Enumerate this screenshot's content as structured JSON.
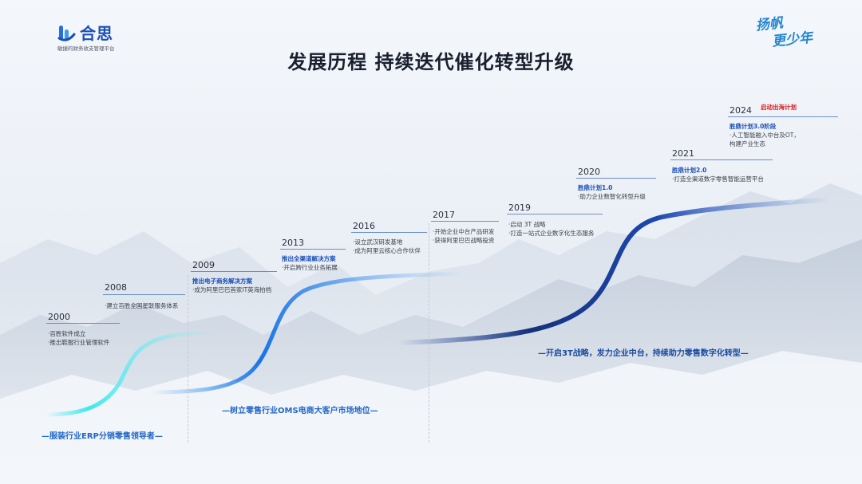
{
  "logo": {
    "text": "合思",
    "subtitle": "敏捷的财务收支管理平台"
  },
  "slogan": {
    "line1": "扬帆",
    "line2": "更少年"
  },
  "title": "发展历程 持续迭代催化转型升级",
  "milestones": [
    {
      "year": "2000",
      "lines": [
        "·百胜软件成立",
        "·推出鞋服行业管理软件"
      ]
    },
    {
      "year": "2008",
      "lines": [
        "·建立百胜全国星联服务体系"
      ]
    },
    {
      "year": "2009",
      "highlight": "推出电子商务解决方案",
      "lines": [
        "·成为阿里巴巴首家IT英海拍档"
      ]
    },
    {
      "year": "2013",
      "highlight": "推出全渠道解决方案",
      "lines": [
        "·开启跨行业业务拓展"
      ]
    },
    {
      "year": "2016",
      "lines": [
        "·设立武汉研发基地",
        "·成为阿里云核心合作伙伴"
      ]
    },
    {
      "year": "2017",
      "lines": [
        "·开始企业中台产品研发",
        "·获得阿里巴巴战略投资"
      ]
    },
    {
      "year": "2019",
      "lines": [
        "·启动 3T 战略",
        "·打造一站式企业数字化生态服务"
      ]
    },
    {
      "year": "2020",
      "highlight": "胜鼎计划1.0",
      "lines": [
        "·助力企业数智化转型升级"
      ]
    },
    {
      "year": "2021",
      "highlight": "胜鼎计划2.0",
      "lines": [
        "·打造全渠道数字零售智能运营平台"
      ]
    },
    {
      "year": "2024",
      "tag": "启动出海计划",
      "highlight": "胜鼎计划3.0阶段",
      "lines": [
        "·人工智能融入中台及OT，",
        "构建产业生态"
      ]
    }
  ],
  "captions": {
    "stage1": "—服装行业ERP分销零售领导者—",
    "stage2": "—树立零售行业OMS电商大客户市场地位—",
    "stage3": "—开启3T战略，发力企业中台，持续助力零售数字化转型—"
  },
  "colors": {
    "title": "#1a1f2e",
    "brand": "#1b4fb6",
    "highlight": "#1c4fb8",
    "red": "#d81e1e",
    "cyan": "#3ee8f0",
    "blue": "#1a73e8",
    "navy": "#14307a"
  }
}
